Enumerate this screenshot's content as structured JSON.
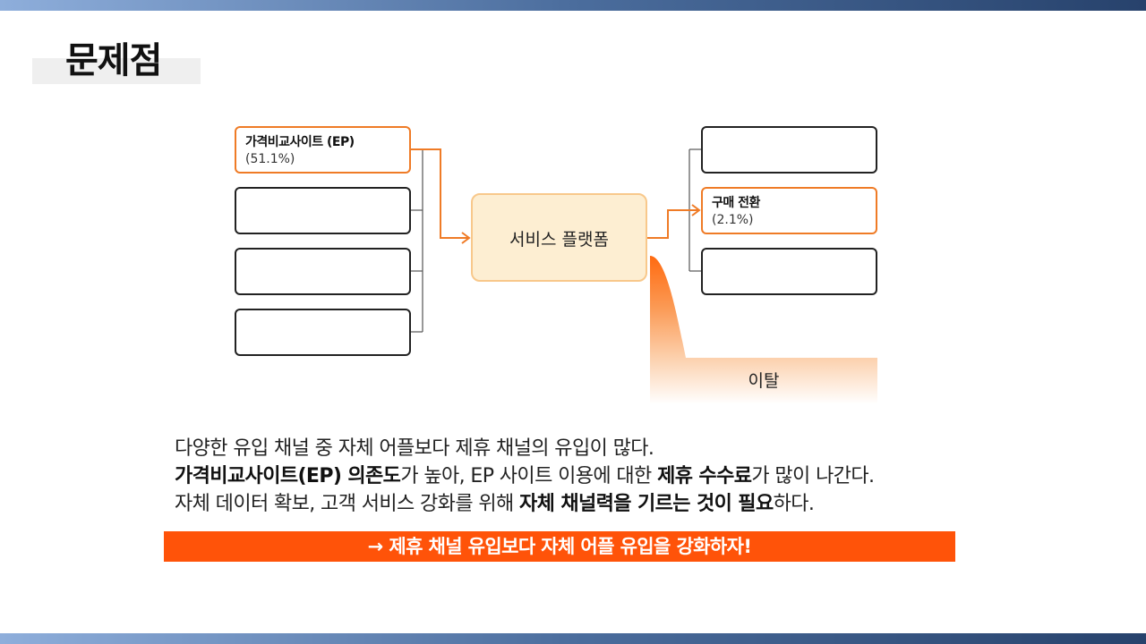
{
  "page": {
    "title": "문제점"
  },
  "colors": {
    "accent": "#ef7b26",
    "banner": "#ff5309",
    "platform_fill": "#fdeed2",
    "platform_border": "#f8c88b",
    "header_bar_start": "#8eaedb",
    "header_bar_end": "#27426c"
  },
  "diagram": {
    "sources": [
      {
        "label": "가격비교사이트 (EP)",
        "value": "(51.1%)"
      },
      {
        "label": "",
        "value": ""
      },
      {
        "label": "",
        "value": ""
      },
      {
        "label": "",
        "value": ""
      }
    ],
    "platform": {
      "label": "서비스 플랫폼"
    },
    "outcomes": [
      {
        "label": "",
        "value": ""
      },
      {
        "label": "구매 전환",
        "value": "(2.1%)"
      },
      {
        "label": "",
        "value": ""
      }
    ],
    "churn": {
      "label": "이탈"
    }
  },
  "body": {
    "lines": [
      [
        {
          "text": "다양한 유입 채널 중 자체 어플보다 제휴 채널의 유입이 많다.",
          "bold": false
        }
      ],
      [
        {
          "text": "가격비교사이트(EP) 의존도",
          "bold": true
        },
        {
          "text": "가 높아, EP 사이트 이용에 대한 ",
          "bold": false
        },
        {
          "text": "제휴 수수료",
          "bold": true
        },
        {
          "text": "가 많이 나간다.",
          "bold": false
        }
      ],
      [
        {
          "text": "자체 데이터 확보, 고객 서비스 강화를 위해 ",
          "bold": false
        },
        {
          "text": "자체 채널력을 기르는 것이 필요",
          "bold": true
        },
        {
          "text": "하다.",
          "bold": false
        }
      ]
    ],
    "conclusion": "→ 제휴 채널 유입보다 자체 어플 유입을 강화하자!"
  }
}
